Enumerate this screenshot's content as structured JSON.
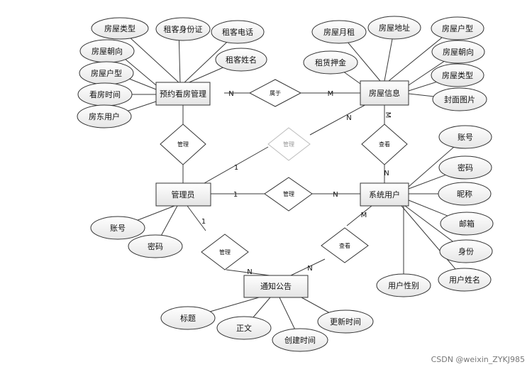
{
  "entities": {
    "booking": "预约看房管理",
    "house": "房屋信息",
    "admin": "管理员",
    "sysuser": "系统用户",
    "notice": "通知公告"
  },
  "relationships": {
    "belongs": "属于",
    "manage_booking": "管理",
    "manage_house": "管理",
    "manage_user": "管理",
    "view_house": "查看",
    "manage_notice": "管理",
    "view_notice": "查看"
  },
  "attributes": {
    "booking": [
      "房屋类型",
      "租客身份证",
      "租客电话",
      "房屋朝向",
      "租客姓名",
      "房屋户型",
      "看房时间",
      "房东用户"
    ],
    "house": [
      "房屋月租",
      "房屋地址",
      "房屋户型",
      "租赁押金",
      "房屋朝向",
      "房屋类型",
      "封面图片"
    ],
    "sysuser": [
      "账号",
      "密码",
      "昵称",
      "邮箱",
      "身份",
      "用户姓名",
      "用户性别"
    ],
    "admin": [
      "账号",
      "密码"
    ],
    "notice": [
      "标题",
      "正文",
      "创建时间",
      "更新时间"
    ]
  },
  "cardinality": {
    "booking_belongs": "N",
    "house_belongs": "M",
    "house_view": "M",
    "sysuser_view": "N",
    "admin_house": "1",
    "house_admin": "N",
    "admin_user": "1",
    "user_admin": "N",
    "admin_notice": "1",
    "notice_admin": "N",
    "user_notice": "M",
    "notice_user": "N"
  },
  "watermark": "CSDN @weixin_ZYKJ985"
}
